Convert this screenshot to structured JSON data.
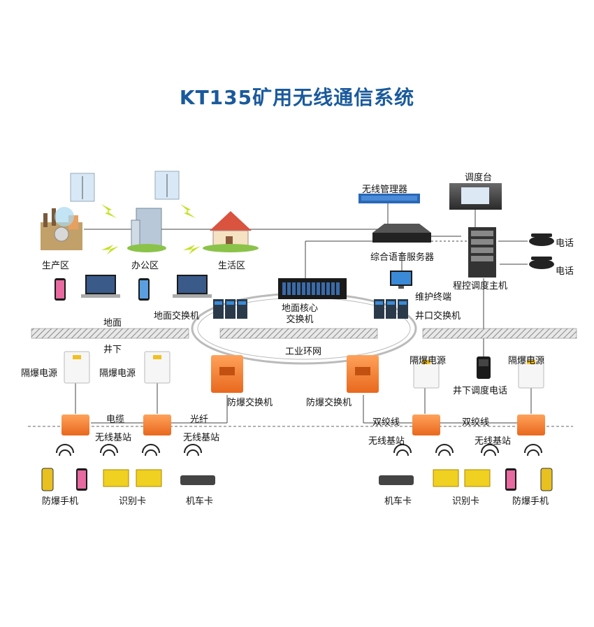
{
  "title": "KT135矿用无线通信系统",
  "labels": {
    "production_zone": "生产区",
    "office_zone": "办公区",
    "living_zone": "生活区",
    "wireless_manager": "无线管理器",
    "dispatch_console": "调度台",
    "voice_server": "综合语音服务器",
    "phone_1": "电话",
    "phone_2": "电话",
    "dispatch_host": "程控调度主机",
    "maintenance_terminal": "维护终端",
    "surface_switch": "地面交换机",
    "core_switch": "地面核心\n交换机",
    "shaft_switch": "井口交换机",
    "ground": "地面",
    "underground": "井下",
    "industrial_ring": "工业环网",
    "iso_power_1": "隔爆电源",
    "iso_power_2": "隔爆电源",
    "iso_power_3": "隔爆电源",
    "iso_power_4": "隔爆电源",
    "ex_switch_1": "防爆交换机",
    "ex_switch_2": "防爆交换机",
    "underground_phone": "井下调度电话",
    "cable": "电缆",
    "fiber": "光纤",
    "twisted_pair_1": "双绞线",
    "twisted_pair_2": "双绞线",
    "base_station_1": "无线基站",
    "base_station_2": "无线基站",
    "base_station_3": "无线基站",
    "base_station_4": "无线基站",
    "ex_phone_1": "防爆手机",
    "id_card_1": "识别卡",
    "loco_card_1": "机车卡",
    "loco_card_2": "机车卡",
    "id_card_2": "识别卡",
    "ex_phone_2": "防爆手机"
  },
  "colors": {
    "title": "#1a5a9c",
    "orange_device": "#f07a2a",
    "hatch": "#888888",
    "line": "#555555"
  }
}
